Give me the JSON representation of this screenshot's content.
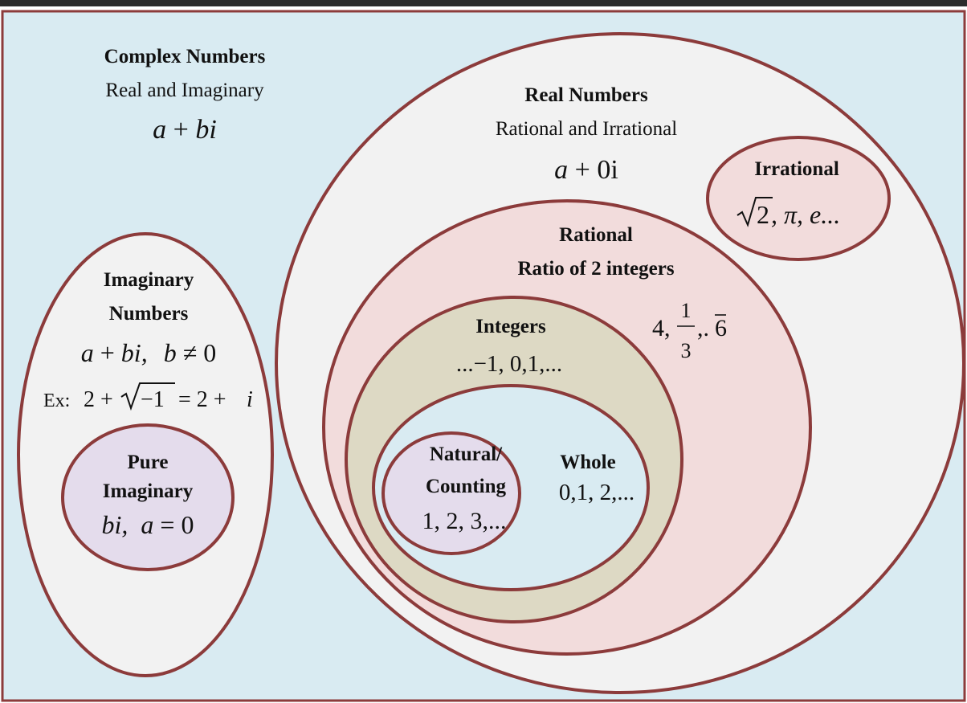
{
  "colors": {
    "outline": "#8c3b3b",
    "complex_fill": "#d9ebf2",
    "real_fill": "#f2f2f2",
    "imaginary_fill": "#f2f2f2",
    "irrational_fill": "#f2dcdc",
    "rational_fill": "#f2dcdc",
    "integers_fill": "#ddd9c4",
    "whole_fill": "#d9ebf2",
    "natural_fill": "#e4dcec",
    "pure_fill": "#e4dcec",
    "top_bar": "#2b2b2b"
  },
  "complex": {
    "title": "Complex Numbers",
    "subtitle": "Real and Imaginary",
    "a": "a",
    "plus": "+",
    "bi": "bi"
  },
  "real": {
    "title": "Real Numbers",
    "subtitle": "Rational and Irrational",
    "a": "a",
    "plus": "+",
    "zero_i": "0i"
  },
  "irrational": {
    "title": "Irrational",
    "sqrt_num": "2",
    "rest": ", π, e..."
  },
  "rational": {
    "title": "Ratio of 2 integers",
    "heading": "Rational",
    "ex_lead": "4,",
    "frac_num": "1",
    "frac_den": "3",
    "ex_tail": ",.",
    "ex_repeat": "6"
  },
  "integers": {
    "title": "Integers",
    "values": "...−1, 0,1,..."
  },
  "whole": {
    "title": "Whole",
    "values": "0,1, 2,..."
  },
  "natural": {
    "line1": "Natural/",
    "line2": "Counting",
    "values": "1, 2, 3,..."
  },
  "imaginary": {
    "line1": "Imaginary",
    "line2": "Numbers",
    "form_a": "a",
    "form_plus": "+",
    "form_bi": "bi,",
    "form_b": "b",
    "form_ne": "≠",
    "form_zero": "0",
    "ex_label": "Ex:",
    "ex_expr_a": "2 +",
    "ex_rad": "−1",
    "ex_expr_b": "= 2 +",
    "ex_i": "i"
  },
  "pure": {
    "line1": "Pure",
    "line2": "Imaginary",
    "bi": "bi,",
    "a": "a",
    "eq_zero": "= 0"
  }
}
